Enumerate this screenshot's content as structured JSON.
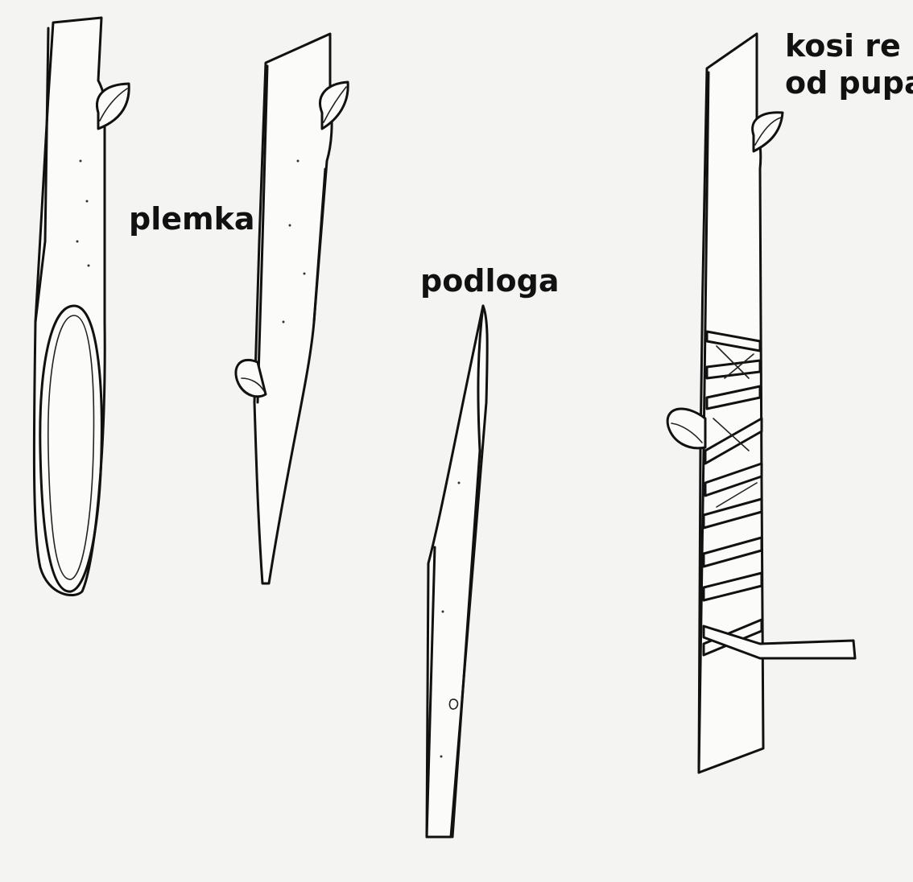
{
  "labels": {
    "scion": "plemka",
    "rootstock": "podloga",
    "oblique_cut_line1": "kosi re",
    "oblique_cut_line2": "od pupa"
  }
}
